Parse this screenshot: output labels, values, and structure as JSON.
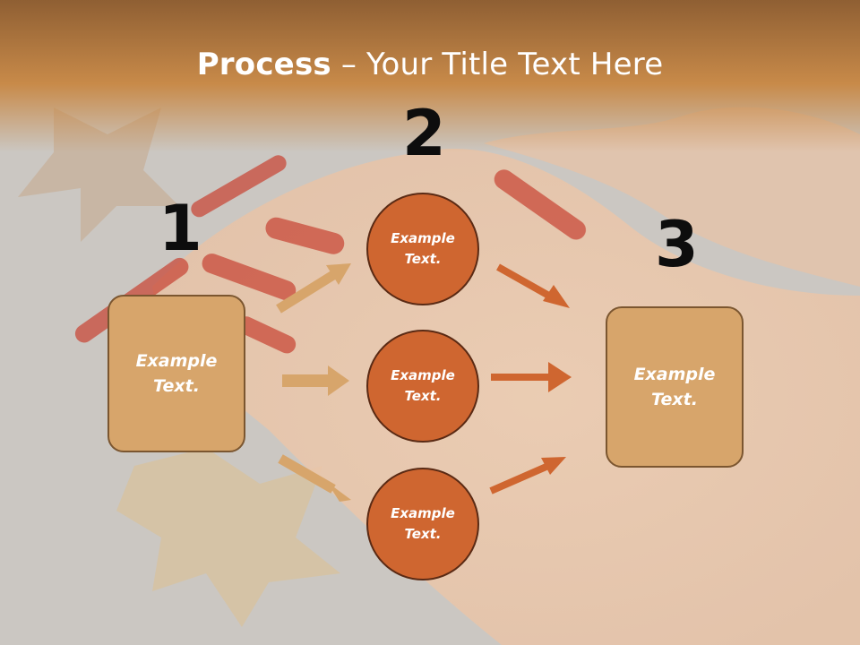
{
  "slide": {
    "title_bold": "Process",
    "title_rest": " – Your Title Text Here"
  },
  "steps": {
    "n1": "1",
    "n2": "2",
    "n3": "3"
  },
  "nodes": {
    "left_box": [
      "Example",
      "Text."
    ],
    "circle_top": [
      "Example",
      "Text."
    ],
    "circle_mid": [
      "Example",
      "Text."
    ],
    "circle_bottom": [
      "Example",
      "Text."
    ],
    "right_box": [
      "Example",
      "Text."
    ]
  },
  "colors": {
    "header_band": "#b9783d",
    "box_fill": "#d7a56b",
    "circle_fill": "#cf6630",
    "arrow_light": "#d7a56b",
    "arrow_dark": "#cf6630"
  }
}
